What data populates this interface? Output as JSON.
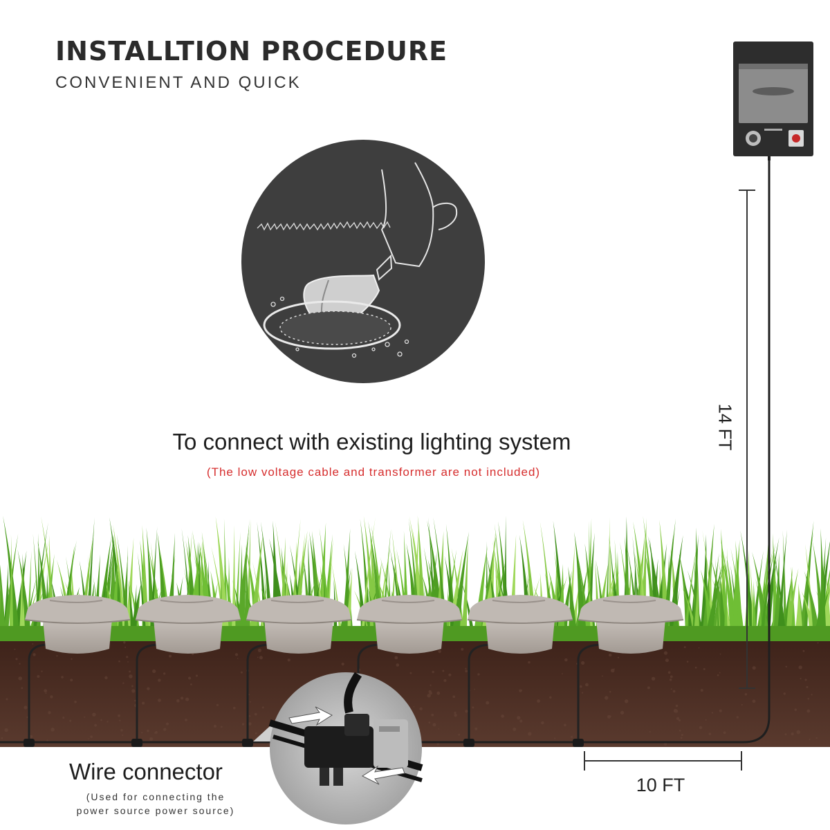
{
  "header": {
    "title": "INSTALLTION PROCEDURE",
    "subtitle": "CONVENIENT AND QUICK"
  },
  "main": {
    "connect_text": "To connect with existing lighting system",
    "note": "(The low voltage cable and transformer are not included)"
  },
  "wire_connector": {
    "label": "Wire connector",
    "note_line1": "(Used for connecting the",
    "note_line2": "power source power source)"
  },
  "dimensions": {
    "vertical": "14 FT",
    "horizontal": "10 FT"
  },
  "colors": {
    "circle_bg": "#3e3e3e",
    "soil": "#4a2c22",
    "grass": "#5aa82a",
    "light_body": "#b3aca6",
    "transformer": "#2f2f2f",
    "note_red": "#d62d2d"
  },
  "icons": {
    "illustration": "trowel-digging-icon",
    "transformer": "transformer-box-icon",
    "connector": "wire-connector-icon"
  }
}
